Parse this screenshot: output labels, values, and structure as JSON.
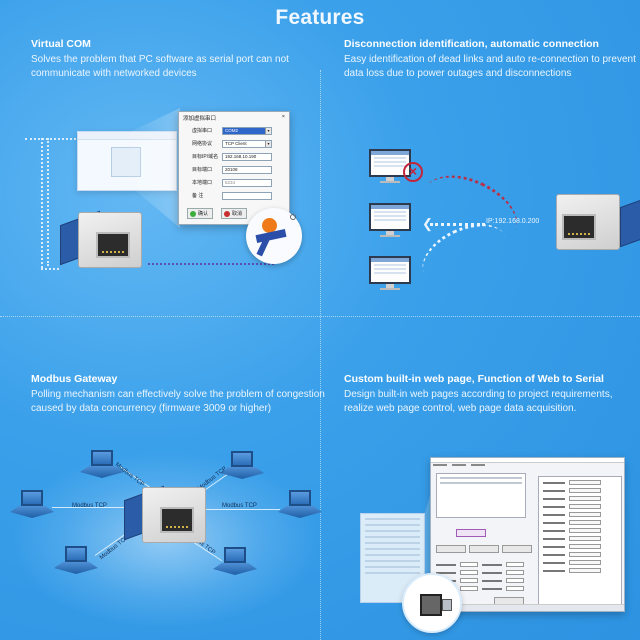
{
  "page": {
    "title": "Features",
    "colors": {
      "background": "#3aa0ea",
      "background_light": "#64b8f3",
      "divider": "#c8e6ff",
      "text": "#ffffff",
      "disconnect_red": "#c4243a"
    }
  },
  "features": [
    {
      "id": "virtual-com",
      "title": "Virtual COM",
      "description": "Solves the problem that PC software as serial port can not communicate with networked devices",
      "illustration": {
        "dialog": {
          "title": "添加虚拟串口",
          "close": "×",
          "fields": [
            {
              "label": "虚拟串口",
              "value": "COM2",
              "type": "select",
              "selected": true
            },
            {
              "label": "网络协议",
              "value": "TCP Client",
              "type": "select"
            },
            {
              "label": "目标IP/域名",
              "value": "192.168.10.190",
              "type": "text"
            },
            {
              "label": "目标端口",
              "value": "20108",
              "type": "text"
            },
            {
              "label": "本地端口",
              "value": "5234",
              "type": "text"
            },
            {
              "label": "备 注",
              "value": "",
              "type": "text"
            }
          ],
          "buttons": {
            "ok": "确认",
            "cancel": "取消"
          }
        },
        "icons": [
          "software-window-icon",
          "rj45-module-icon",
          "logo-badge-icon"
        ]
      }
    },
    {
      "id": "disconnection",
      "title": "Disconnection identification, automatic connection",
      "description": "Easy identification of dead links and auto re-connection to prevent data loss due to power outages and disconnections",
      "illustration": {
        "ip_label": "IP:192.168.0.200",
        "disconnect_mark": "×",
        "arrow": "❮",
        "monitors": 3
      }
    },
    {
      "id": "modbus-gateway",
      "title": "Modbus Gateway",
      "description": "Polling mechanism can effectively solve the problem of congestion caused by data concurrency (firmware 3009 or higher)",
      "illustration": {
        "link_labels": [
          "Modbus TCP",
          "Modbus TCP",
          "Modbus TCP",
          "Modbus TCP",
          "Modbus TCP",
          "Modbus TCP"
        ],
        "laptops": 6
      }
    },
    {
      "id": "web-to-serial",
      "title": "Custom built-in web page, Function of Web to Serial",
      "description": "Design built-in web pages according to project requirements, realize web page control, web page data acquisition.",
      "illustration": {
        "icons": [
          "config-software-window-icon",
          "serial-connector-icon"
        ]
      }
    }
  ]
}
